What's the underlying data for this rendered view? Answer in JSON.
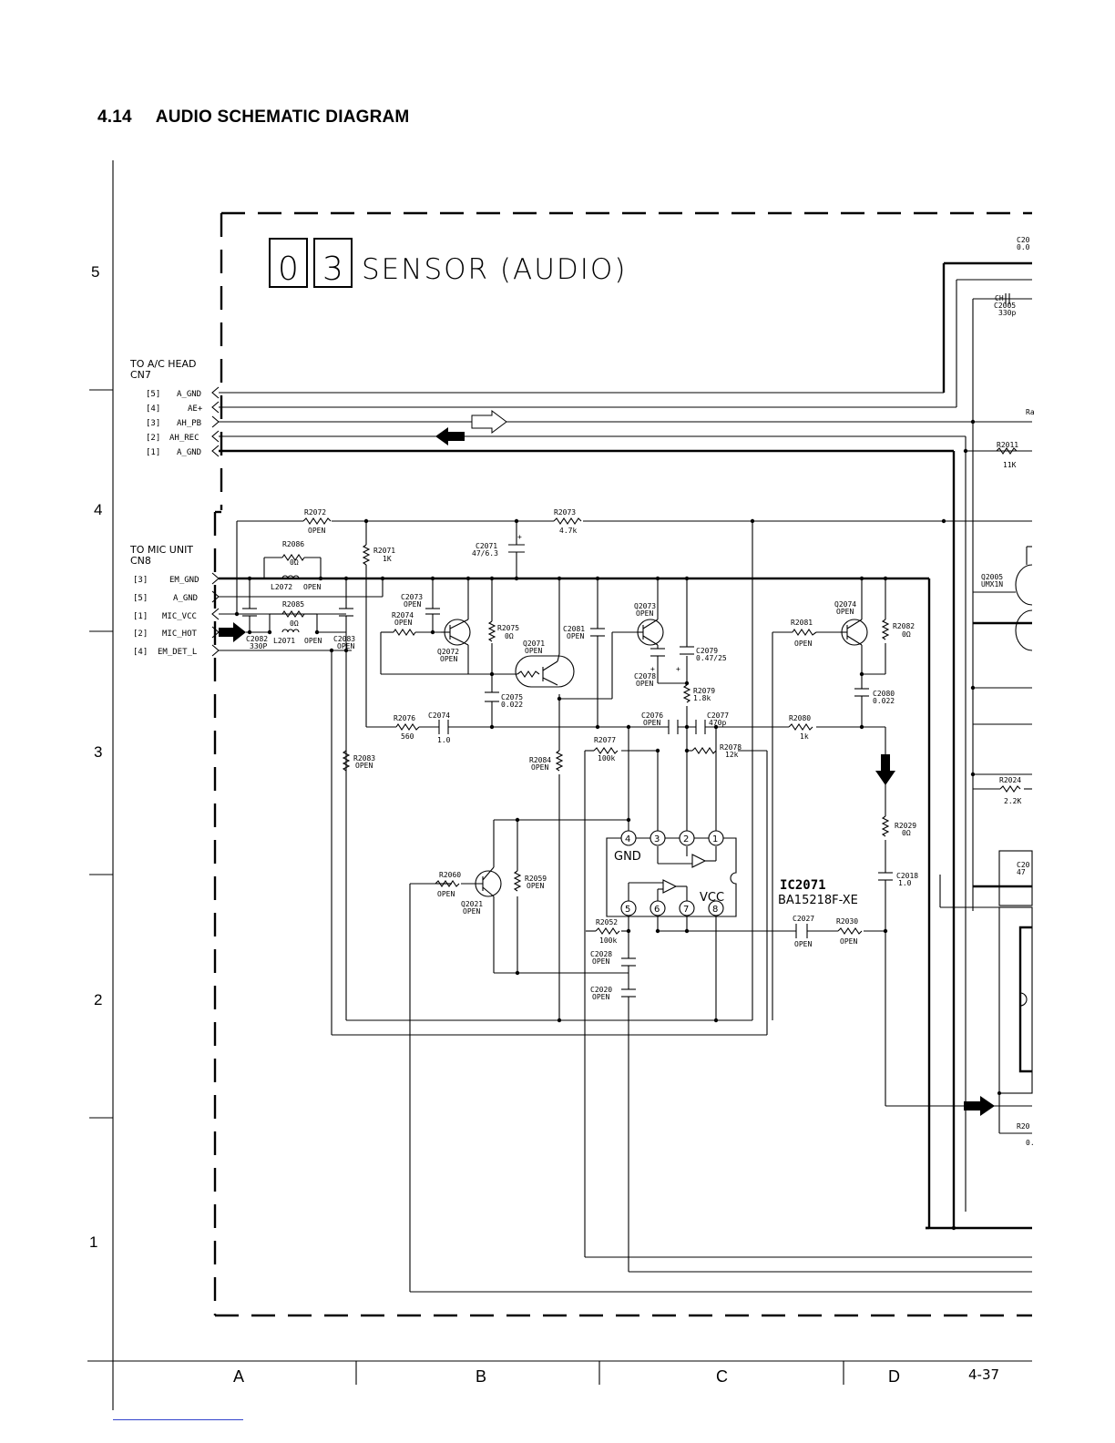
{
  "title": {
    "number": "4.14",
    "text": "AUDIO SCHEMATIC DIAGRAM"
  },
  "board": {
    "digit1": "0",
    "digit2": "3",
    "name": "SENSOR (AUDIO)"
  },
  "grid": {
    "rows": [
      "5",
      "4",
      "3",
      "2",
      "1"
    ],
    "columns": [
      "A",
      "B",
      "C",
      "D"
    ],
    "page_number": "4-37"
  },
  "connectors": {
    "cn7": {
      "to": "TO A/C HEAD",
      "name": "CN7",
      "pins": [
        {
          "num": "[5]",
          "signal": "A_GND"
        },
        {
          "num": "[4]",
          "signal": "AE+"
        },
        {
          "num": "[3]",
          "signal": "AH_PB"
        },
        {
          "num": "[2]",
          "signal": "AH_REC"
        },
        {
          "num": "[1]",
          "signal": "A_GND"
        }
      ]
    },
    "cn8": {
      "to": "TO MIC UNIT",
      "name": "CN8",
      "pins": [
        {
          "num": "[3]",
          "signal": "EM_GND"
        },
        {
          "num": "[5]",
          "signal": "A_GND"
        },
        {
          "num": "[1]",
          "signal": "MIC_VCC"
        },
        {
          "num": "[2]",
          "signal": "MIC_HOT"
        },
        {
          "num": "[4]",
          "signal": "EM_DET_L"
        }
      ]
    }
  },
  "components": {
    "r2072": {
      "ref": "R2072",
      "value": "OPEN"
    },
    "r2073": {
      "ref": "R2073",
      "value": "4.7k"
    },
    "r2086": {
      "ref": "R2086",
      "value": "0Ω"
    },
    "l2072": {
      "ref": "L2072",
      "value": "OPEN"
    },
    "r2071": {
      "ref": "R2071",
      "value": "1K"
    },
    "c2071": {
      "ref": "C2071",
      "value": "47/6.3"
    },
    "r2085": {
      "ref": "R2085",
      "value": "0Ω"
    },
    "l2071": {
      "ref": "L2071",
      "value": "OPEN"
    },
    "c2082": {
      "ref": "C2082",
      "value": "330P"
    },
    "c2083": {
      "ref": "C2083",
      "value": "OPEN"
    },
    "c2073": {
      "ref": "C2073",
      "value": "OPEN"
    },
    "r2074": {
      "ref": "R2074",
      "value": "OPEN"
    },
    "q2072": {
      "ref": "Q2072",
      "value": "OPEN"
    },
    "r2075": {
      "ref": "R2075",
      "value": "0Ω"
    },
    "q2071": {
      "ref": "Q2071",
      "value": "OPEN"
    },
    "c2081": {
      "ref": "C2081",
      "value": "OPEN"
    },
    "q2073": {
      "ref": "Q2073",
      "value": "OPEN"
    },
    "c2079": {
      "ref": "C2079",
      "value": "0.47/25"
    },
    "c2078": {
      "ref": "C2078",
      "value": "OPEN"
    },
    "r2079": {
      "ref": "R2079",
      "value": "1.8k"
    },
    "c2075": {
      "ref": "C2075",
      "value": "0.022"
    },
    "r2076": {
      "ref": "R2076",
      "value": "560"
    },
    "c2074": {
      "ref": "C2074",
      "value": "1.0"
    },
    "c2076": {
      "ref": "C2076",
      "value": "OPEN"
    },
    "c2077": {
      "ref": "C2077",
      "value": "470p"
    },
    "r2077": {
      "ref": "R2077",
      "value": "100k"
    },
    "r2078": {
      "ref": "R2078",
      "value": "12k"
    },
    "r2083": {
      "ref": "R2083",
      "value": "OPEN"
    },
    "r2084": {
      "ref": "R2084",
      "value": "OPEN"
    },
    "q2074": {
      "ref": "Q2074",
      "value": "OPEN"
    },
    "r2081": {
      "ref": "R2081",
      "value": "OPEN"
    },
    "r2082": {
      "ref": "R2082",
      "value": "0Ω"
    },
    "c2080": {
      "ref": "C2080",
      "value": "0.022"
    },
    "r2080": {
      "ref": "R2080",
      "value": "1k"
    },
    "r2029": {
      "ref": "R2029",
      "value": "0Ω"
    },
    "c2018": {
      "ref": "C2018",
      "value": "1.0"
    },
    "r2060": {
      "ref": "R2060",
      "value": "OPEN"
    },
    "q2021": {
      "ref": "Q2021",
      "value": "OPEN"
    },
    "r2059": {
      "ref": "R2059",
      "value": "OPEN"
    },
    "r2052": {
      "ref": "R2052",
      "value": "100k"
    },
    "c2028": {
      "ref": "C2028",
      "value": "OPEN"
    },
    "c2020": {
      "ref": "C2020",
      "value": "OPEN"
    },
    "c2027": {
      "ref": "C2027",
      "value": "OPEN"
    },
    "r2030": {
      "ref": "R2030",
      "value": "OPEN"
    },
    "c2005": {
      "ref": "C2005",
      "value": "330p"
    },
    "r2011": {
      "ref": "R2011",
      "value": "11K"
    },
    "q2005": {
      "ref": "Q2005",
      "value": "UMX1N"
    },
    "r2024": {
      "ref": "R2024",
      "value": "2.2K"
    }
  },
  "ic": {
    "name": "IC2071",
    "part": "BA15218F-XE",
    "gnd": "GND",
    "vcc": "VCC",
    "pins": [
      "4",
      "3",
      "2",
      "1",
      "5",
      "6",
      "7",
      "8"
    ]
  },
  "edge_fragments": {
    "c20_top": "C20",
    "c20_top_val": "0.0",
    "c2005_tag": "CH",
    "ra": "Ra",
    "c20_right": "C20",
    "c20_right_val": "47",
    "r20_bottom": "R20",
    "r20_bottom_val": "0."
  }
}
